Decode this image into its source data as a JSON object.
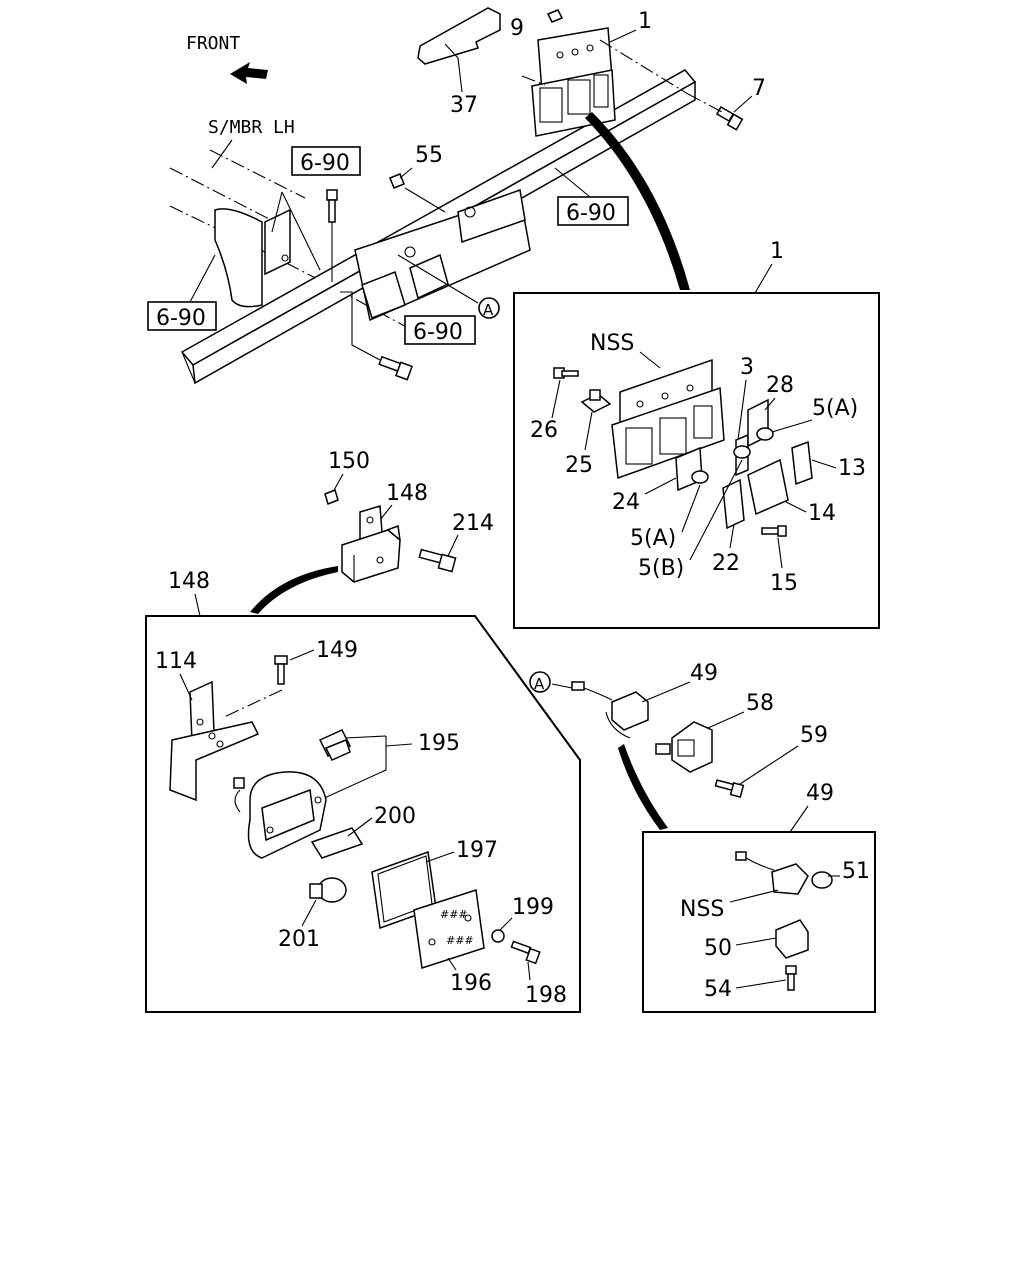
{
  "header": {
    "front_label": "FRONT",
    "member_label": "S/MBR LH"
  },
  "refs": {
    "r1": "6-90",
    "r2": "6-90",
    "r3": "6-90",
    "r4": "6-90"
  },
  "callouts": {
    "circle_a_1": "A",
    "circle_a_2": "A",
    "nss_1": "NSS",
    "nss_2": "NSS"
  },
  "parts": {
    "p1_top": "1",
    "p1_detail": "1",
    "p3": "3",
    "p5a_1": "5(A)",
    "p5a_2": "5(A)",
    "p5b": "5(B)",
    "p7": "7",
    "p9": "9",
    "p13": "13",
    "p14": "14",
    "p15": "15",
    "p22": "22",
    "p24": "24",
    "p25": "25",
    "p26": "26",
    "p28": "28",
    "p37": "37",
    "p49_main": "49",
    "p49_detail": "49",
    "p50": "50",
    "p51": "51",
    "p54": "54",
    "p55": "55",
    "p58": "58",
    "p59": "59",
    "p114": "114",
    "p148_main": "148",
    "p148_detail": "148",
    "p149": "149",
    "p150": "150",
    "p195": "195",
    "p196": "196",
    "p197": "197",
    "p198": "198",
    "p199": "199",
    "p200": "200",
    "p201": "201",
    "p214": "214"
  }
}
